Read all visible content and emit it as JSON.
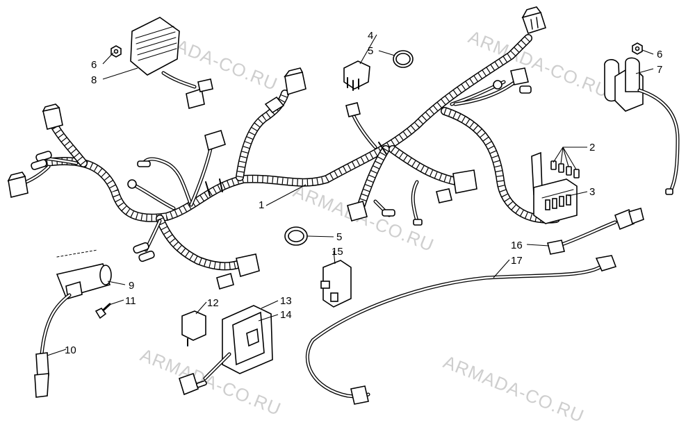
{
  "watermark": {
    "text": "ARMADA-CO.RU",
    "color": "#bdbdbd"
  },
  "callouts": {
    "c1": "1",
    "c2": "2",
    "c3": "3",
    "c4": "4",
    "c5a": "5",
    "c5b": "5",
    "c6a": "6",
    "c6b": "6",
    "c7": "7",
    "c8": "8",
    "c9": "9",
    "c10": "10",
    "c11": "11",
    "c12": "12",
    "c13": "13",
    "c14": "14",
    "c15": "15",
    "c16": "16",
    "c17": "17"
  }
}
